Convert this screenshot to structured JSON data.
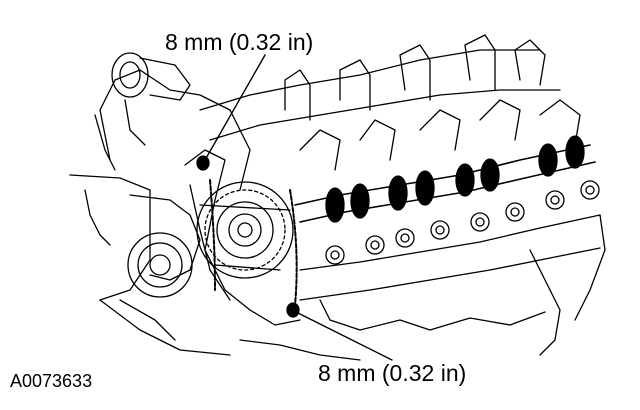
{
  "figure": {
    "figure_id": "A0073633",
    "callouts": [
      {
        "id": "top",
        "text": "8 mm (0.32 in)"
      },
      {
        "id": "bottom",
        "text": "8 mm (0.32 in)"
      }
    ],
    "colors": {
      "line": "#000000",
      "background": "#ffffff",
      "marker": "#000000"
    }
  }
}
